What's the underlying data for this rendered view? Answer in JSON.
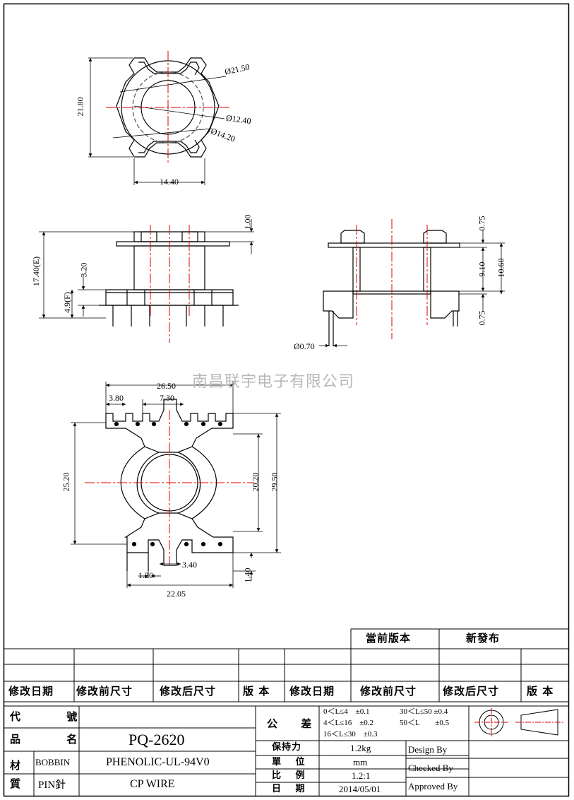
{
  "watermark": "南昌联宇电子有限公司",
  "dimensions": {
    "top_view": {
      "d_outer": "Ø21.50",
      "d_inner": "Ø12.40",
      "d_mid": "Ø14.20",
      "height": "21.80",
      "width": "14.40"
    },
    "front_view": {
      "flange_top": "1.00",
      "total_height": "17.40(E)",
      "flange_height": "3.20",
      "base_height": "4.9(F)"
    },
    "side_view": {
      "top_flange": "0.75",
      "winding": "9.10",
      "height": "10.60",
      "bottom_flange": "0.75",
      "pin_dia": "Ø0.70"
    },
    "bottom_view": {
      "overall_width": "26.50",
      "pin_offset": "3.80",
      "pin_spacing": "7.30",
      "height_outer": "25.20",
      "inner_height": "20.20",
      "overall_height": "29.50",
      "pin_gap": "3.40",
      "pin_width": "1.20",
      "bottom_offset": "1.40",
      "base_width": "22.05"
    }
  },
  "revision_block": {
    "current_version": "當前版本",
    "new_release": "新發布",
    "columns": [
      "修改日期",
      "修改前尺寸",
      "修改后尺寸",
      "版 本",
      "修改日期",
      "修改前尺寸",
      "修改后尺寸",
      "版 本"
    ]
  },
  "title_block": {
    "code_label": "代 號",
    "name_label": "品 名",
    "name_value": "PQ-2620",
    "material_label": "材 質",
    "bobbin_label": "BOBBIN",
    "bobbin_value": "PHENOLIC-UL-94V0",
    "pin_label": "PIN針",
    "pin_value": "CP WIRE",
    "tolerance_label": "公 差",
    "tolerances": [
      "0＜L≤4　±0.1",
      "30＜L≤50 ±0.4",
      "4＜L≤16　±0.2",
      "50＜L　　±0.5",
      "16＜L≤30　±0.3"
    ],
    "retention_label": "保持力",
    "retention_value": "1.2kg",
    "unit_label": "單 位",
    "unit_value": "mm",
    "scale_label": "比 例",
    "scale_value": "1.2:1",
    "date_label": "日 期",
    "date_value": "2014/05/01",
    "design_by": "Design By",
    "checked_by": "Checked By",
    "approved_by": "Approved By"
  }
}
